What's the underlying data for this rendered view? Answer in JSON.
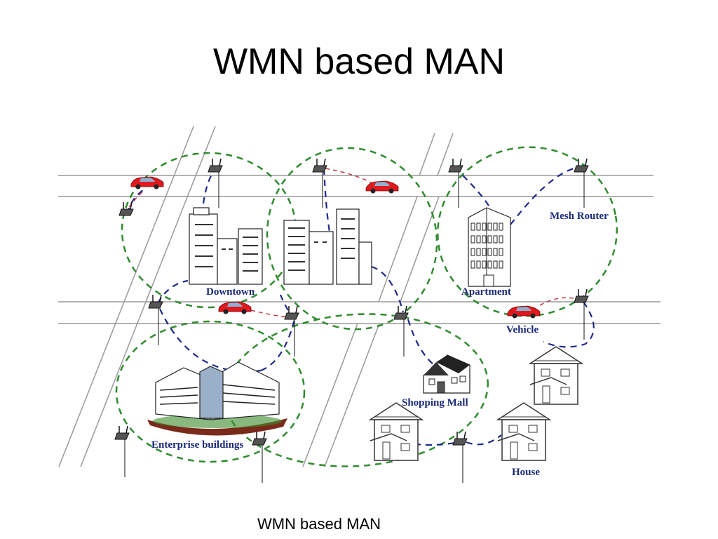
{
  "title": "WMN based MAN",
  "caption": "WMN based MAN",
  "labels": {
    "mesh_router": "Mesh Router",
    "downtown": "Downtown",
    "apartment": "Apartment",
    "vehicle": "Vehicle",
    "shopping_mall": "Shopping Mall",
    "enterprise_buildings": "Enterprise buildings",
    "house": "House"
  },
  "colors": {
    "backbone_link": "#2e8b2e",
    "access_link": "#1e2a8a",
    "vehicle_link": "#c23b4a",
    "label": "#1a2a7a",
    "car": "#e0191f"
  }
}
